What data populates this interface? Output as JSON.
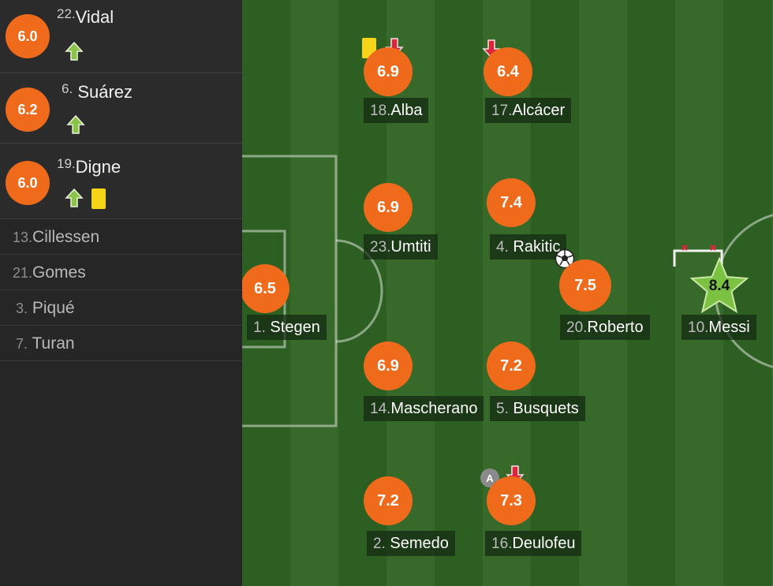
{
  "substitutes_used": [
    {
      "number": "22.",
      "name": "Vidal",
      "rating": "6.0",
      "sub_icon": "sub-in-arrow-icon",
      "card": null
    },
    {
      "number": "6.",
      "name": "Suárez",
      "rating": "6.2",
      "sub_icon": "sub-in-arrow-icon",
      "card": null
    },
    {
      "number": "19.",
      "name": "Digne",
      "rating": "6.0",
      "sub_icon": "sub-in-arrow-icon",
      "card": "yellow-card-icon"
    }
  ],
  "bench": [
    {
      "number": "13.",
      "name": "Cillessen"
    },
    {
      "number": "21.",
      "name": "Gomes"
    },
    {
      "number": "3.",
      "name": "Piqué"
    },
    {
      "number": "7.",
      "name": "Turan"
    }
  ],
  "lineup": {
    "alba": {
      "number": "18.",
      "name": "Alba",
      "rating": "6.9"
    },
    "alcacer": {
      "number": "17.",
      "name": "Alcácer",
      "rating": "6.4"
    },
    "umtiti": {
      "number": "23.",
      "name": "Umtiti",
      "rating": "6.9"
    },
    "rakitic": {
      "number": "4.",
      "name": "Rakitic",
      "rating": "7.4"
    },
    "stegen": {
      "number": "1.",
      "name": "Stegen",
      "rating": "6.5"
    },
    "roberto": {
      "number": "20.",
      "name": "Roberto",
      "rating": "7.5"
    },
    "messi": {
      "number": "10.",
      "name": "Messi",
      "rating": "8.4"
    },
    "mascherano": {
      "number": "14.",
      "name": "Mascherano",
      "rating": "6.9"
    },
    "busquets": {
      "number": "5.",
      "name": "Busquets",
      "rating": "7.2"
    },
    "semedo": {
      "number": "2.",
      "name": "Semedo",
      "rating": "7.2"
    },
    "deulofeu": {
      "number": "16.",
      "name": "Deulofeu",
      "rating": "7.3",
      "assist_label": "A"
    }
  },
  "colors": {
    "rating_bubble": "#f06a1c",
    "man_of_match_star": "#7bc142",
    "yellow_card": "#f6d41a",
    "sub_in_arrow": "#8bc34a",
    "sub_out_arrow": "#d8263a",
    "pitch_dark": "#2d5f23",
    "pitch_light": "#37692a"
  }
}
